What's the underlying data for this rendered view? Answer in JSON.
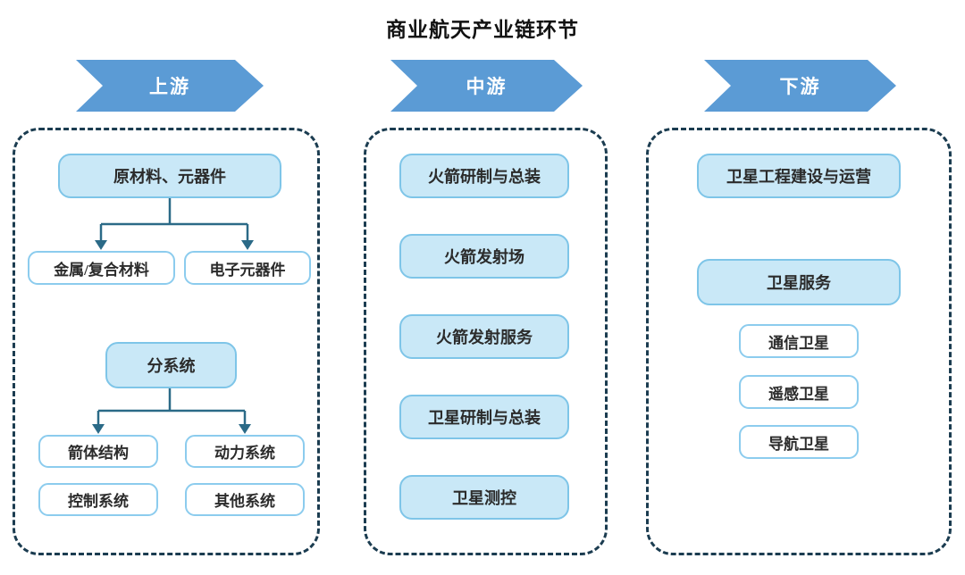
{
  "title": "商业航天产业链环节",
  "colors": {
    "banner_blue": "#5B9BD5",
    "node_fill": "#C9E8F7",
    "node_border": "#7EC5E8",
    "white_node_border": "#8CCCEE",
    "container_dash": "#1B3C50",
    "connector": "#2B6A87",
    "text": "#2b2b2b"
  },
  "banners": {
    "upstream": "上游",
    "midstream": "中游",
    "downstream": "下游"
  },
  "upstream": {
    "group1": {
      "parent": "原材料、元器件",
      "children": [
        "金属/复合材料",
        "电子元器件"
      ]
    },
    "group2": {
      "parent": "分系统",
      "children": [
        "箭体结构",
        "动力系统",
        "控制系统",
        "其他系统"
      ]
    }
  },
  "midstream": {
    "items": [
      "火箭研制与总装",
      "火箭发射场",
      "火箭发射服务",
      "卫星研制与总装",
      "卫星测控"
    ]
  },
  "downstream": {
    "top": "卫星工程建设与运营",
    "service": "卫星服务",
    "satellites": [
      "通信卫星",
      "遥感卫星",
      "导航卫星"
    ]
  }
}
